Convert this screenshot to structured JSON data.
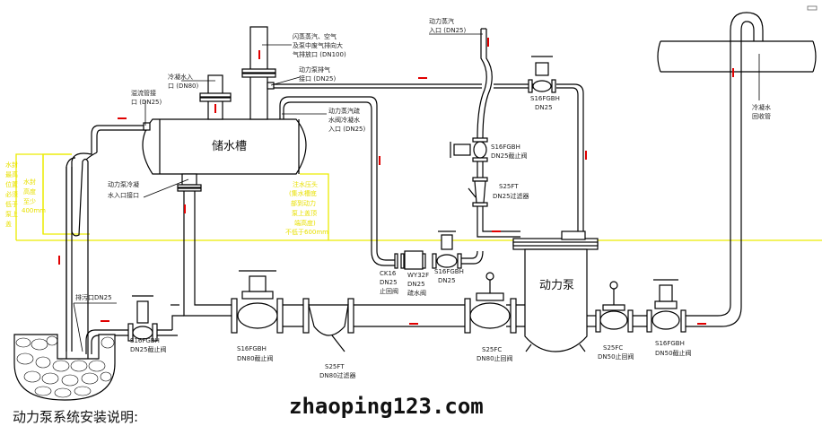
{
  "diagram": {
    "title": "动力泵系统安装说明:",
    "watermark": "zhaoping123.com",
    "tank_label": "储水槽",
    "pump_label": "动力泵",
    "callouts": {
      "overflow": [
        "溢流管接",
        "口 (DN25)"
      ],
      "condensate_in": [
        "冷凝水入",
        "口 (DN80)"
      ],
      "flash_vent": [
        "闪蒸蒸汽、空气",
        "及泵中废气排向大",
        "气排放口 (DN100)"
      ],
      "pump_exhaust": [
        "动力泵排气",
        "接口 (DN25)"
      ],
      "steam_trap_in": [
        "动力蒸汽疏",
        "水阀冷凝水",
        "入口 (DN25)"
      ],
      "steam_in": [
        "动力蒸汽",
        "入口 (DN25)"
      ],
      "pump_water_in": [
        "动力泵冷凝",
        "水入口接口"
      ],
      "drain": "排污口DN25",
      "return_pipe": [
        "冷凝水",
        "回收管"
      ]
    },
    "notes_yellow": {
      "left_outer": [
        "水封",
        "最高",
        "位置",
        "必须",
        "低于",
        "泵上",
        "盖"
      ],
      "left_inner": [
        "水封",
        "高度",
        "至少",
        "400mm"
      ],
      "right": [
        "注水压头",
        "(集水槽底",
        "部到动力",
        "泵上盖顶",
        "端高度)",
        "不低于600mm"
      ]
    },
    "valves": [
      {
        "id": "v_top_right",
        "lines": [
          "S16FGBH",
          "DN25"
        ]
      },
      {
        "id": "v_steam_stop",
        "lines": [
          "S16FGBH",
          "DN25截止阀"
        ]
      },
      {
        "id": "v_steam_filter",
        "lines": [
          "S25FT",
          "DN25过滤器"
        ]
      },
      {
        "id": "v_check_small",
        "lines": [
          "CK16",
          "DN25",
          "止回阀"
        ]
      },
      {
        "id": "v_trap",
        "lines": [
          "WY32F",
          "DN25",
          "疏水阀"
        ]
      },
      {
        "id": "v_trap_stop",
        "lines": [
          "S16FGBH",
          "DN25"
        ]
      },
      {
        "id": "v_drain_stop",
        "lines": [
          "S16FGBH",
          "DN25截止阀"
        ]
      },
      {
        "id": "v_main_stop",
        "lines": [
          "S16FGBH",
          "DN80截止阀"
        ]
      },
      {
        "id": "v_main_filter",
        "lines": [
          "S25FT",
          "DN80过滤器"
        ]
      },
      {
        "id": "v_main_check",
        "lines": [
          "S25FC",
          "DN80止回阀"
        ]
      },
      {
        "id": "v_out_check",
        "lines": [
          "S25FC",
          "DN50止回阀"
        ]
      },
      {
        "id": "v_out_stop",
        "lines": [
          "S16FGBH",
          "DN50截止阀"
        ]
      }
    ],
    "colors": {
      "line": "#000000",
      "flow_arrow": "#e00000",
      "note": "#ecec00"
    }
  }
}
